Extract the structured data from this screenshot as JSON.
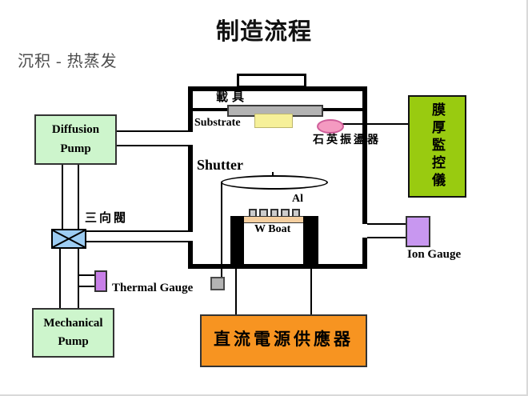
{
  "slide": {
    "title": "制造流程",
    "subtitle": "沉积 - 热蒸发"
  },
  "chamber": {
    "carrier_label": "載具",
    "substrate_label": "Substrate",
    "quartz_oscillator_label": "石英振盪器",
    "shutter_label": "Shutter",
    "aluminum_label": "Al",
    "w_boat_label": "W Boat"
  },
  "left_column": {
    "diffusion_pump_line1": "Diffusion",
    "diffusion_pump_line2": "Pump",
    "three_way_valve_label": "三向閥",
    "thermal_gauge_label": "Thermal Gauge",
    "mechanical_pump_line1": "Mechanical",
    "mechanical_pump_line2": "Pump"
  },
  "right_column": {
    "film_thickness_monitor_label": "膜厚監控儀",
    "ion_gauge_label": "Ion Gauge"
  },
  "bottom": {
    "dc_power_supply_label": "直流電源供應器"
  },
  "colors": {
    "pump_green": "#cdf5cc",
    "valve_blue": "#9dcdf3",
    "thermal_purple": "#c87fe8",
    "ion_purple": "#c897f0",
    "monitor_green": "#99cb10",
    "power_orange": "#f79421",
    "substrate_yellow": "#f6f099",
    "oscillator_pink": "#f49ac1",
    "holder_gray": "#b3b3b3",
    "boat_tan": "#f5cfa0"
  }
}
